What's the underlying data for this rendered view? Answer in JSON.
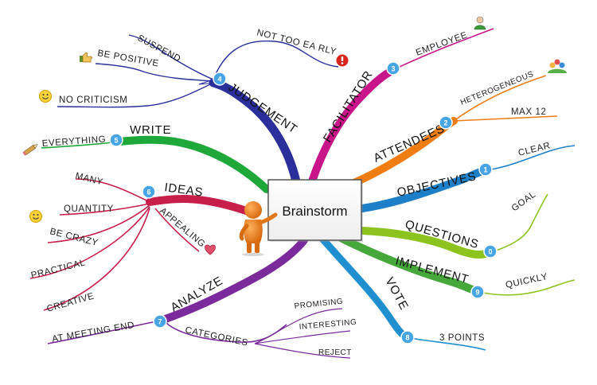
{
  "center": {
    "title": "Brainstorm"
  },
  "branches": {
    "judgement": {
      "label": "JUDGEMENT",
      "number": "4",
      "color": "#2a2f9b",
      "children": {
        "not_too_early": "NOT TOO EA RLY",
        "suspend": "SUSPEND",
        "be_positive": "BE POSITIVE",
        "no_criticism": "NO CRITICISM"
      }
    },
    "facilitator": {
      "label": "FACILITATOR",
      "number": "3",
      "color": "#c8168a",
      "children": {
        "employee": "EMPLOYEE"
      }
    },
    "attendees": {
      "label": "ATTENDEES",
      "number": "2",
      "color": "#f07d12",
      "children": {
        "heterogeneous": "HETEROGENEOUS",
        "max_12": "MAX 12"
      }
    },
    "objectives": {
      "label": "OBJECTIVES",
      "number": "1",
      "color": "#1c7fc8",
      "children": {
        "clear": "CLEAR"
      }
    },
    "questions": {
      "label": "QUESTIONS",
      "number": "0",
      "color": "#8cc31e",
      "children": {
        "goal": "GOAL"
      }
    },
    "implement": {
      "label": "IMPLEMENT",
      "number": "9",
      "color": "#46a83a",
      "children": {
        "quickly": "QUICKLY"
      }
    },
    "vote": {
      "label": "VOTE",
      "number": "8",
      "color": "#1f8fd0",
      "children": {
        "three_points": "3 POINTS"
      }
    },
    "analyze": {
      "label": "ANALYZE",
      "number": "7",
      "color": "#7a2a9a",
      "children": {
        "at_meeting_end": "AT MEETING END",
        "categories": "CATEGORIES",
        "promising": "PROMISING",
        "interesting": "INTERESTING",
        "reject": "REJECT"
      }
    },
    "ideas": {
      "label": "IDEAS",
      "number": "6",
      "color": "#c81e4a",
      "children": {
        "many": "MANY",
        "quantity": "QUANTITY",
        "be_crazy": "BE CRAZY",
        "practical": "PRACTICAL",
        "creative": "CREATIVE",
        "appealing": "APPEALING"
      }
    },
    "write": {
      "label": "WRITE",
      "number": "5",
      "color": "#1fa83a",
      "children": {
        "everything": "EVERYTHING"
      }
    }
  },
  "icons": [
    "person-icon",
    "thumbs-up-icon",
    "exclamation-icon",
    "smiley-icon",
    "pencil-icon",
    "group-icon",
    "heart-icon",
    "pointing-figure-icon"
  ]
}
